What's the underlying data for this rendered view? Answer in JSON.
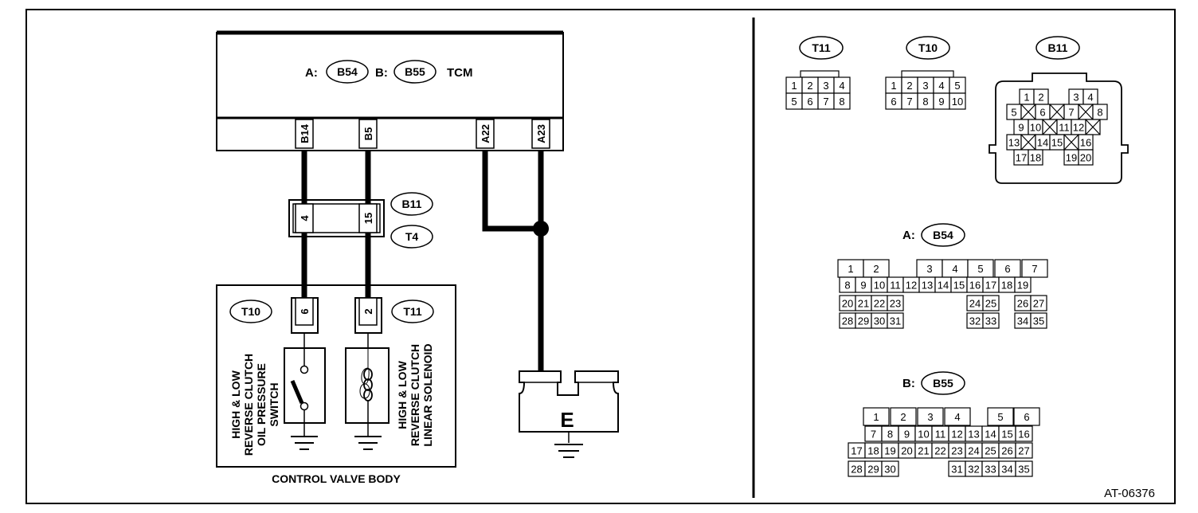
{
  "tcm": {
    "prefix_a": "A:",
    "conn_a": "B54",
    "prefix_b": "B:",
    "conn_b": "B55",
    "name": "TCM",
    "pins": [
      "B14",
      "B5",
      "A22",
      "A23"
    ]
  },
  "junction": {
    "conn_top": "B11",
    "conn_bottom": "T4",
    "pins": [
      "4",
      "15"
    ]
  },
  "control_valve_body": {
    "label": "CONTROL VALVE BODY",
    "left_conn": "T10",
    "left_pin": "6",
    "right_conn": "T11",
    "right_pin": "2",
    "switch_label": [
      "HIGH & LOW",
      "REVERSE CLUTCH",
      "OIL PRESSURE",
      "SWITCH"
    ],
    "solenoid_label": [
      "HIGH & LOW",
      "REVERSE CLUTCH",
      "LINEAR SOLENOID"
    ]
  },
  "ground": {
    "label": "E"
  },
  "connectors": {
    "t11": {
      "name": "T11",
      "rows": [
        [
          "1",
          "2",
          "3",
          "4"
        ],
        [
          "5",
          "6",
          "7",
          "8"
        ]
      ]
    },
    "t10": {
      "name": "T10",
      "rows": [
        [
          "1",
          "2",
          "3",
          "4",
          "5"
        ],
        [
          "6",
          "7",
          "8",
          "9",
          "10"
        ]
      ]
    },
    "b11": {
      "name": "B11",
      "pins": [
        "1",
        "2",
        "3",
        "4",
        "5",
        "6",
        "7",
        "8",
        "9",
        "10",
        "11",
        "12",
        "13",
        "14",
        "15",
        "16",
        "17",
        "18",
        "19",
        "20"
      ]
    },
    "b54": {
      "prefix": "A:",
      "name": "B54",
      "pins": [
        "1",
        "2",
        "3",
        "4",
        "5",
        "6",
        "7",
        "8",
        "9",
        "10",
        "11",
        "12",
        "13",
        "14",
        "15",
        "16",
        "17",
        "18",
        "19",
        "20",
        "21",
        "22",
        "23",
        "24",
        "25",
        "26",
        "27",
        "28",
        "29",
        "30",
        "31",
        "32",
        "33",
        "34",
        "35"
      ]
    },
    "b55": {
      "prefix": "B:",
      "name": "B55",
      "pins": [
        "1",
        "2",
        "3",
        "4",
        "5",
        "6",
        "7",
        "8",
        "9",
        "10",
        "11",
        "12",
        "13",
        "14",
        "15",
        "16",
        "17",
        "18",
        "19",
        "20",
        "21",
        "22",
        "23",
        "24",
        "25",
        "26",
        "27",
        "28",
        "29",
        "30",
        "31",
        "32",
        "33",
        "34",
        "35"
      ]
    }
  },
  "figure_id": "AT-06376"
}
